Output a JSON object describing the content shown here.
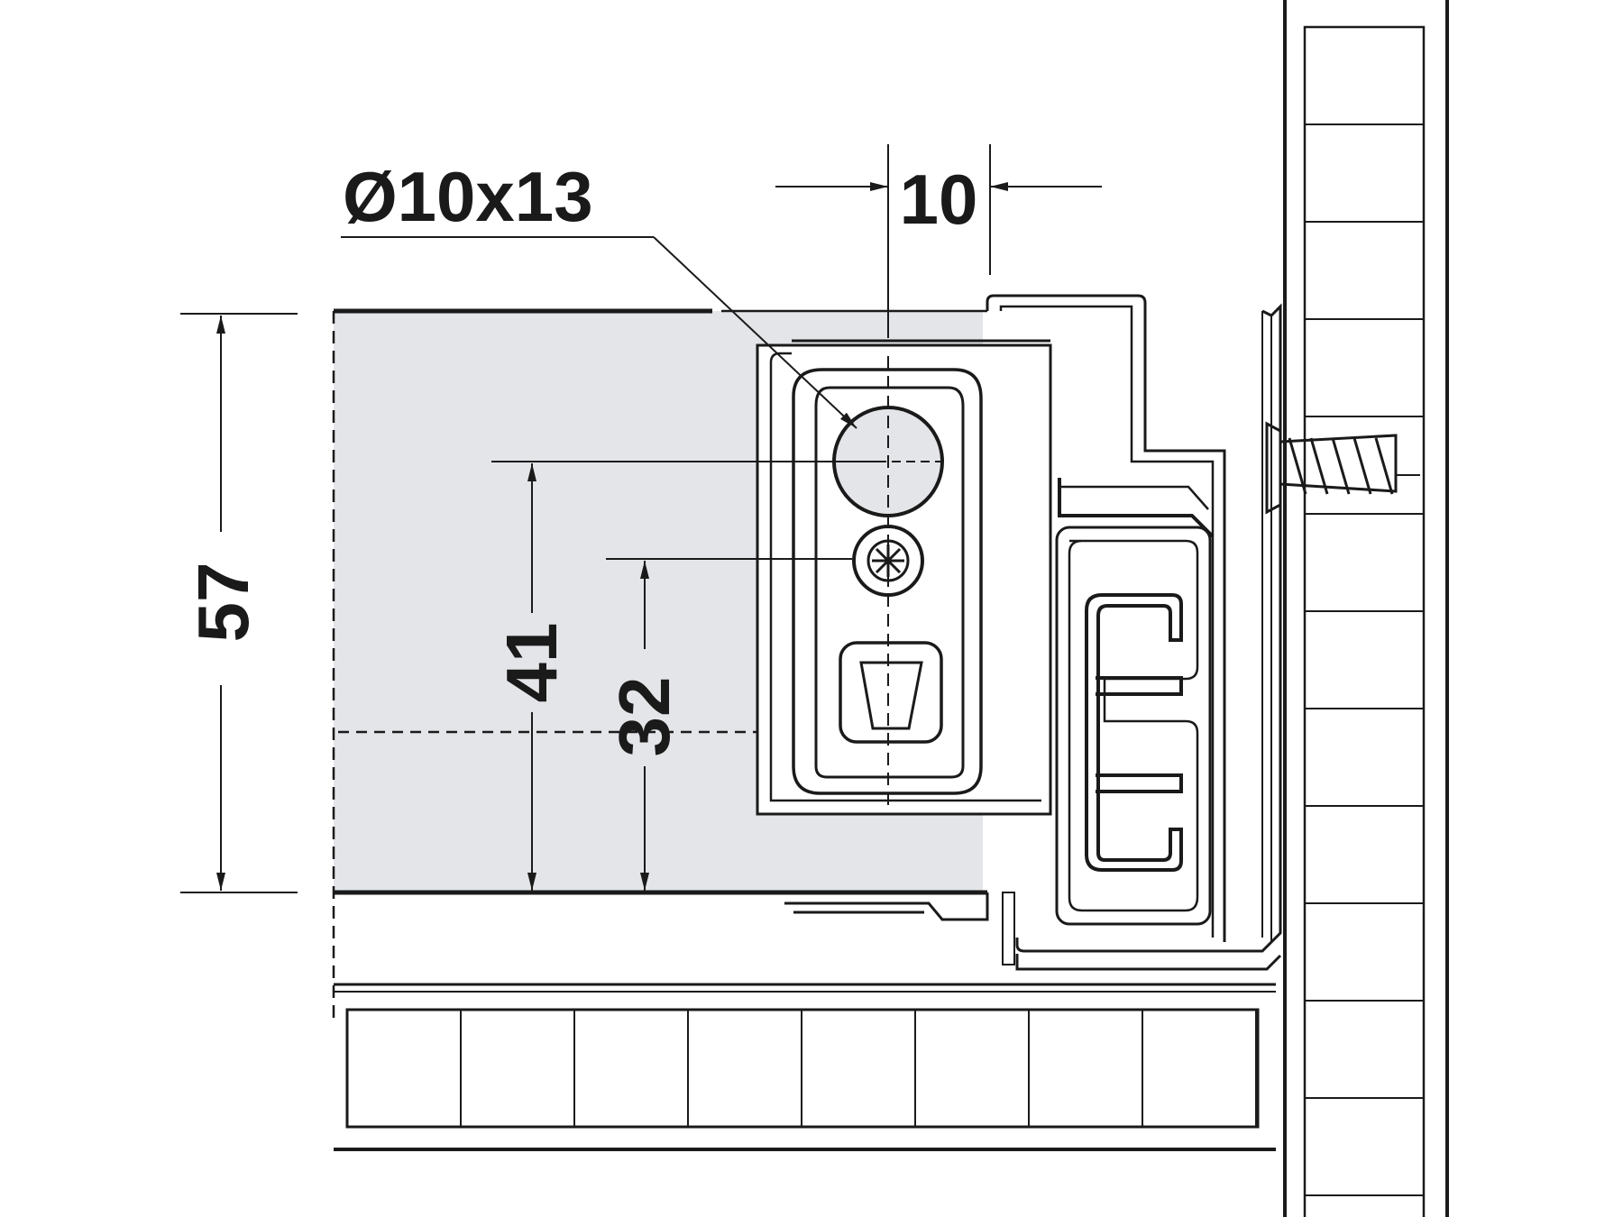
{
  "dimensions": {
    "hole_label": "Ø10x13",
    "offset_label": "10",
    "height_total_label": "57",
    "height_hole_label": "41",
    "height_screw_label": "32"
  },
  "colors": {
    "line": "#1a1a1a",
    "drawer_side_fill": "#e3e5e8",
    "background": "#ffffff"
  }
}
